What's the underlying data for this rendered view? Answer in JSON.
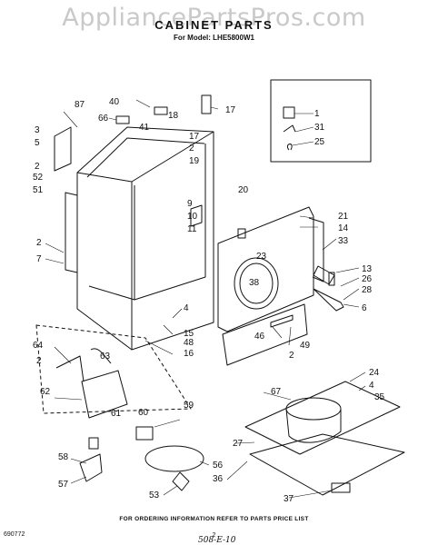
{
  "watermark": "AppliancePartsPros.com",
  "header": {
    "title": "CABINET PARTS",
    "model": "For Model: LHE5800W1"
  },
  "callouts": [
    "87",
    "40",
    "66",
    "41",
    "18",
    "17",
    "3",
    "5",
    "2",
    "52",
    "51",
    "17",
    "2",
    "19",
    "1",
    "31",
    "25",
    "20",
    "9",
    "10",
    "11",
    "21",
    "14",
    "33",
    "23",
    "38",
    "13",
    "26",
    "28",
    "6",
    "2",
    "7",
    "4",
    "15",
    "48",
    "16",
    "46",
    "49",
    "2",
    "64",
    "2",
    "63",
    "62",
    "61",
    "60",
    "59",
    "58",
    "57",
    "56",
    "53",
    "24",
    "4",
    "35",
    "67",
    "27",
    "36",
    "37"
  ],
  "footer": {
    "note": "FOR ORDERING INFORMATION REFER TO PARTS PRICE LIST",
    "figure_number": "690772",
    "page_number": "2",
    "handwritten_note": "508-E-10"
  }
}
